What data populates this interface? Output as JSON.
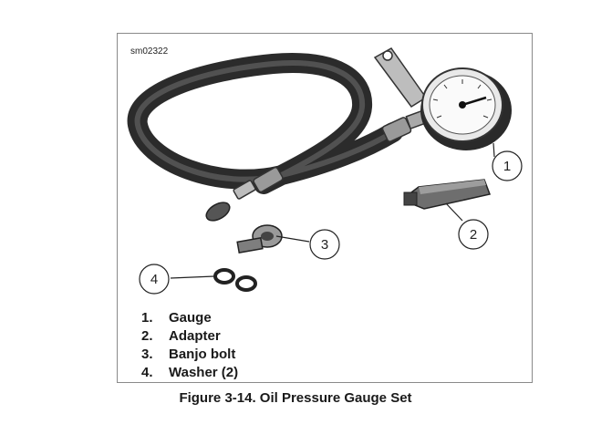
{
  "figure": {
    "id_label": "sm02322",
    "callouts": [
      "1",
      "2",
      "3",
      "4"
    ],
    "parts": [
      {
        "number": "1.",
        "name": "Gauge"
      },
      {
        "number": "2.",
        "name": "Adapter"
      },
      {
        "number": "3.",
        "name": "Banjo bolt"
      },
      {
        "number": "4.",
        "name": "Washer (2)"
      }
    ],
    "caption": "Figure 3-14. Oil Pressure Gauge Set"
  },
  "icons": [
    "oil-pressure-gauge-icon",
    "adapter-icon",
    "banjo-bolt-icon",
    "washer-icon",
    "hose-icon"
  ]
}
